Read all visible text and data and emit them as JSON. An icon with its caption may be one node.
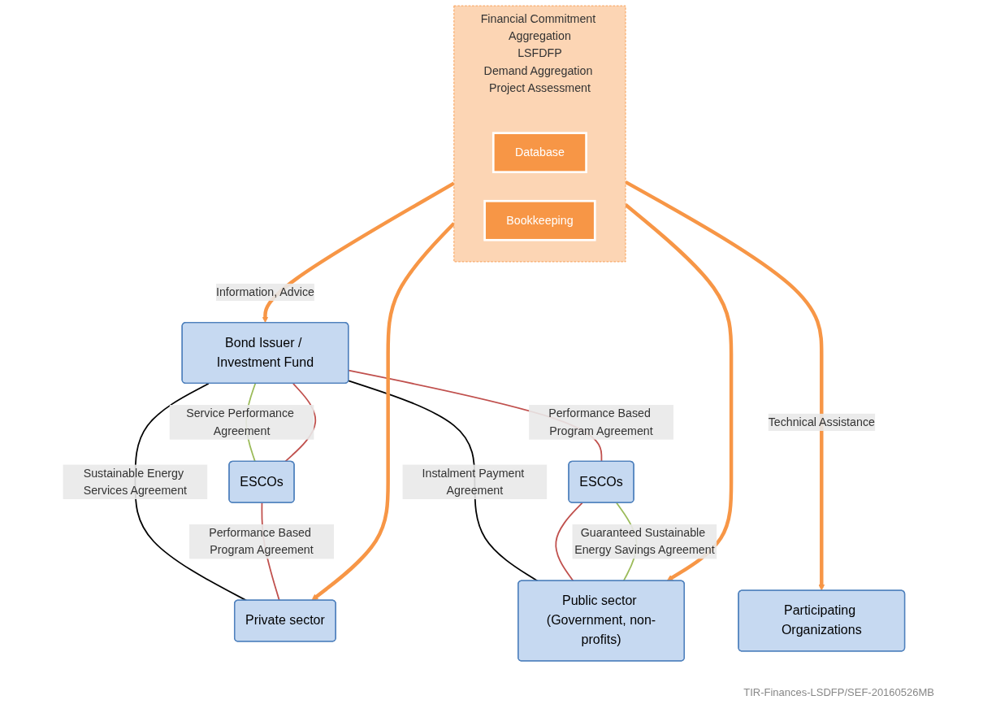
{
  "diagram": {
    "nodes": [
      {
        "text": [
          "Bond Issuer / Investment Fund"
        ]
      },
      {
        "text": [
          "ESCOs"
        ]
      },
      {
        "text": [
          "ESCOs"
        ]
      },
      {
        "text": [
          "Financial Commitment Aggregation",
          "LSFDFP",
          "Demand Aggregation Project Assessment"
        ]
      },
      {
        "text": [
          "Database"
        ],
        "in": 3
      },
      {
        "text": [
          "Bookkeeping"
        ],
        "in": 3
      },
      {
        "text": [
          "Private sector"
        ]
      },
      {
        "text": [
          "Participating Organizations"
        ]
      },
      {
        "text": [
          "Public sector (Government, non-profits)"
        ]
      }
    ],
    "edges": [
      {
        "from": 0,
        "to": 1,
        "arrow": "none",
        "label": "Service Performance Agreement",
        "color": "#9bbb59"
      },
      {
        "from": 0,
        "to": 1,
        "arrow": "none",
        "color": "#c0504d"
      },
      {
        "from": 0,
        "to": 6,
        "arrow": "none",
        "label": "Sustainable Energy Services Agreement",
        "color": "#000000"
      },
      {
        "from": 0,
        "to": 2,
        "arrow": "none",
        "label": "Performance Based Program Agreement",
        "color": "#c0504d"
      },
      {
        "from": 0,
        "to": 8,
        "arrow": "none",
        "label": "Instalment Payment Agreement",
        "color": "#000000"
      },
      {
        "from": 1,
        "to": 6,
        "arrow": "none",
        "label": "Performance Based Program Agreement",
        "color": "#c0504d"
      },
      {
        "from": 2,
        "to": 8,
        "arrow": "none",
        "color": "#c0504d"
      },
      {
        "from": 2,
        "to": 8,
        "arrow": "none",
        "label": "Guaranteed Sustainable Energy Savings Agreement",
        "color": "#9bbb59"
      },
      {
        "from": 3,
        "to": 0,
        "arrow": "to",
        "label": "Information, Advice",
        "style": "thick",
        "color": "#f79646"
      },
      {
        "from": 3,
        "to": 6,
        "arrow": "to",
        "style": "thick",
        "color": "#f79646"
      },
      {
        "from": 3,
        "to": 7,
        "arrow": "to",
        "label": "Technical Assistance",
        "style": "thick",
        "color": "#f79646"
      },
      {
        "from": 3,
        "to": 8,
        "arrow": "to",
        "style": "thick",
        "color": "#f79646"
      }
    ],
    "labels": [
      "TIR-Finances-LSDFP/SEF-20160526MB"
    ]
  }
}
